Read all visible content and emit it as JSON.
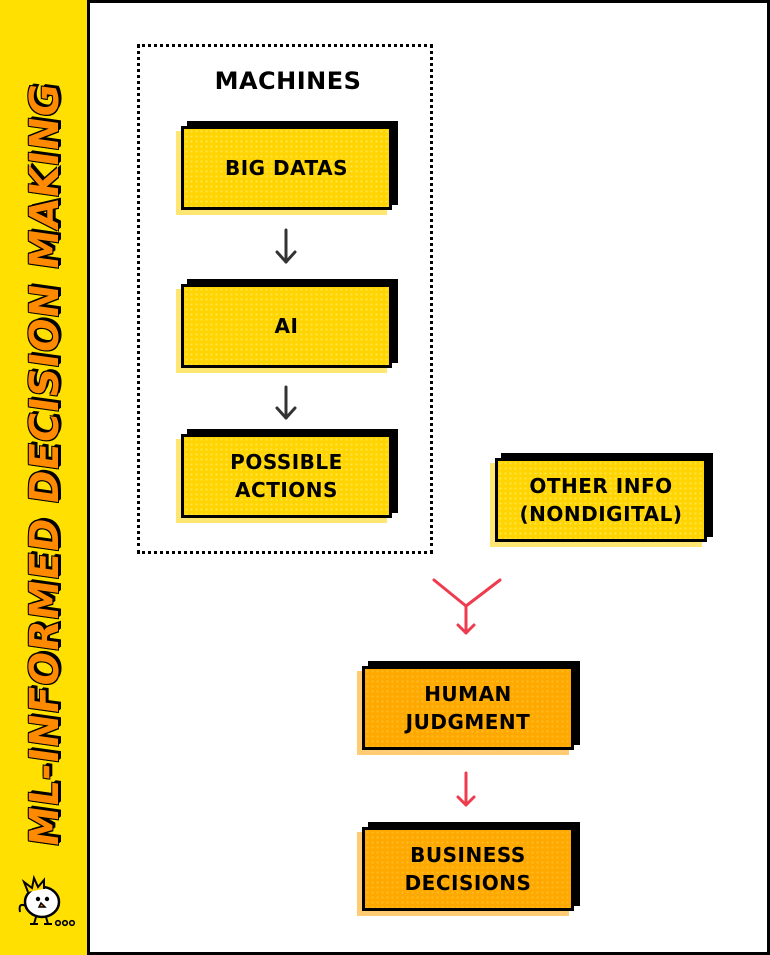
{
  "sidebar": {
    "title": "ML-INFORMED DECISION MAKING",
    "logo_icon": "bird-mascot-icon",
    "bg_color": "#FFE000",
    "title_color": "#FF8A00"
  },
  "machines_group": {
    "label": "MACHINES"
  },
  "nodes": {
    "big_datas": "BIG DATAS",
    "ai": "AI",
    "possible_actions": "POSSIBLE\nACTIONS",
    "other_info": "OTHER INFO\n(NONDIGITAL)",
    "human_judgment": "HUMAN\nJUDGMENT",
    "business_decisions": "BUSINESS\nDECISIONS"
  },
  "colors": {
    "node_yellow": "#FFD400",
    "node_orange": "#FFA800",
    "arrow_dark": "#333333",
    "arrow_red": "#EE3B4E"
  }
}
